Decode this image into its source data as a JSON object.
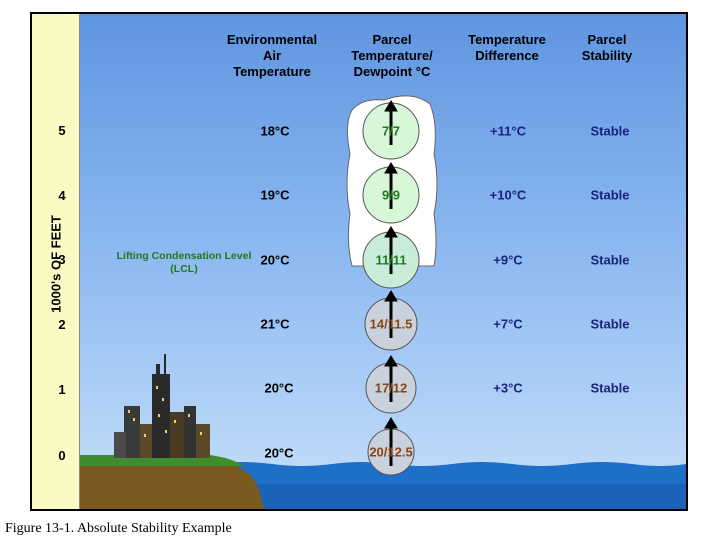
{
  "headers": {
    "environmental": [
      "Environmental",
      "Air",
      "Temperature"
    ],
    "parcel": [
      "Parcel",
      "Temperature/",
      "Dewpoint °C"
    ],
    "difference": [
      "Temperature",
      "Difference"
    ],
    "stability": [
      "Parcel",
      "Stability"
    ]
  },
  "axis": {
    "title": "1000's OF FEET",
    "ticks": [
      "5",
      "4",
      "3",
      "2",
      "1",
      "0"
    ]
  },
  "lcl_label": [
    "Lifting Condensation Level",
    "(LCL)"
  ],
  "rows": [
    {
      "level": "5",
      "env_temp": "18°C",
      "parcel": "7/7",
      "difference": "+11°C",
      "stability": "Stable"
    },
    {
      "level": "4",
      "env_temp": "19°C",
      "parcel": "9/9",
      "difference": "+10°C",
      "stability": "Stable"
    },
    {
      "level": "3",
      "env_temp": "20°C",
      "parcel": "11/11",
      "difference": "+9°C",
      "stability": "Stable"
    },
    {
      "level": "2",
      "env_temp": "21°C",
      "parcel": "14/11.5",
      "difference": "+7°C",
      "stability": "Stable"
    },
    {
      "level": "1",
      "env_temp": "20°C",
      "parcel": "17/12",
      "difference": "+3°C",
      "stability": "Stable"
    },
    {
      "level": "0",
      "env_temp": "20°C",
      "parcel": "20/12.5",
      "difference": "",
      "stability": ""
    }
  ],
  "colors": {
    "saturated_parcel": "#d8f7d8",
    "dry_parcel": "#c9d2dc",
    "saturated_text": "#1e7a1e",
    "dry_text": "#8b4513",
    "water": "#1e6fc8",
    "ground": "#7a5a1e",
    "grass": "#3e8e2e"
  },
  "caption": "Figure 13-1. Absolute Stability Example"
}
